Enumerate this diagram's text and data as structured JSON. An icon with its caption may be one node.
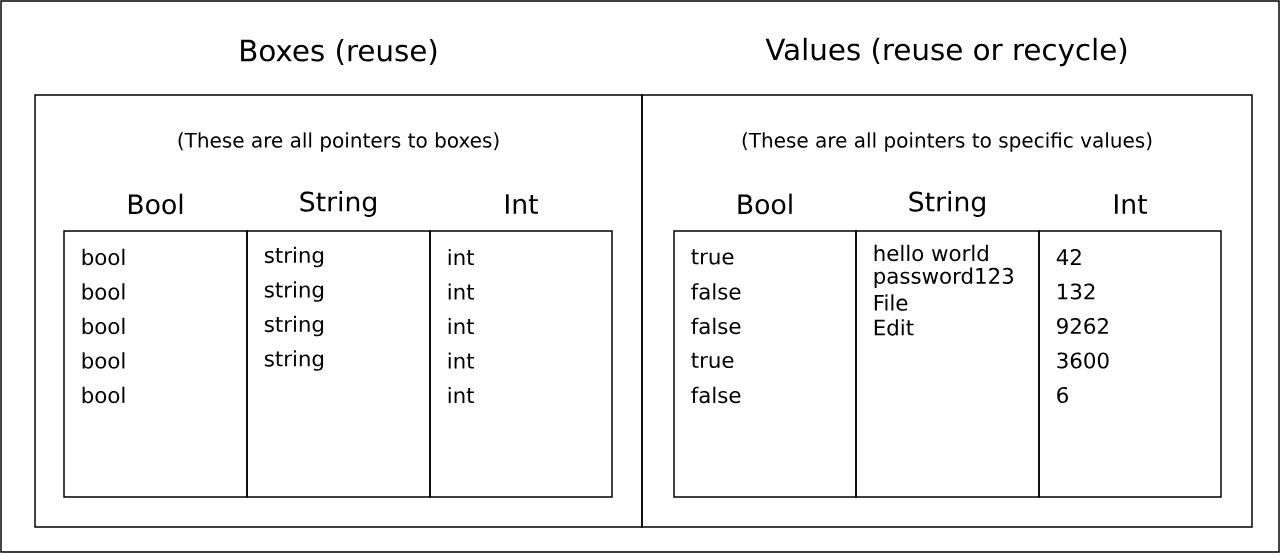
{
  "diagram": {
    "nodes": [
      {
        "text": [
          "Boxes (reuse)",
          "(These are all pointers to boxes)"
        ]
      },
      {
        "text": [
          "Bool",
          "bool",
          "bool",
          "bool",
          "bool",
          "bool"
        ],
        "in": 0
      },
      {
        "text": [
          "String",
          "string",
          "string",
          "string",
          "string"
        ],
        "in": 0
      },
      {
        "text": [
          "Int",
          "int",
          "int",
          "int",
          "int",
          "int"
        ],
        "in": 0
      },
      {
        "text": [
          "Values (reuse or recycle)",
          "(These are all pointers to specific values)"
        ]
      },
      {
        "text": [
          "Bool",
          "true",
          "false",
          "false",
          "true",
          "false"
        ],
        "in": 4
      },
      {
        "text": [
          "String",
          "hello world",
          "password123",
          "File",
          "Edit"
        ],
        "in": 4
      },
      {
        "text": [
          "Int",
          "42",
          "132",
          "9262",
          "3600",
          "6"
        ],
        "in": 4
      }
    ]
  }
}
